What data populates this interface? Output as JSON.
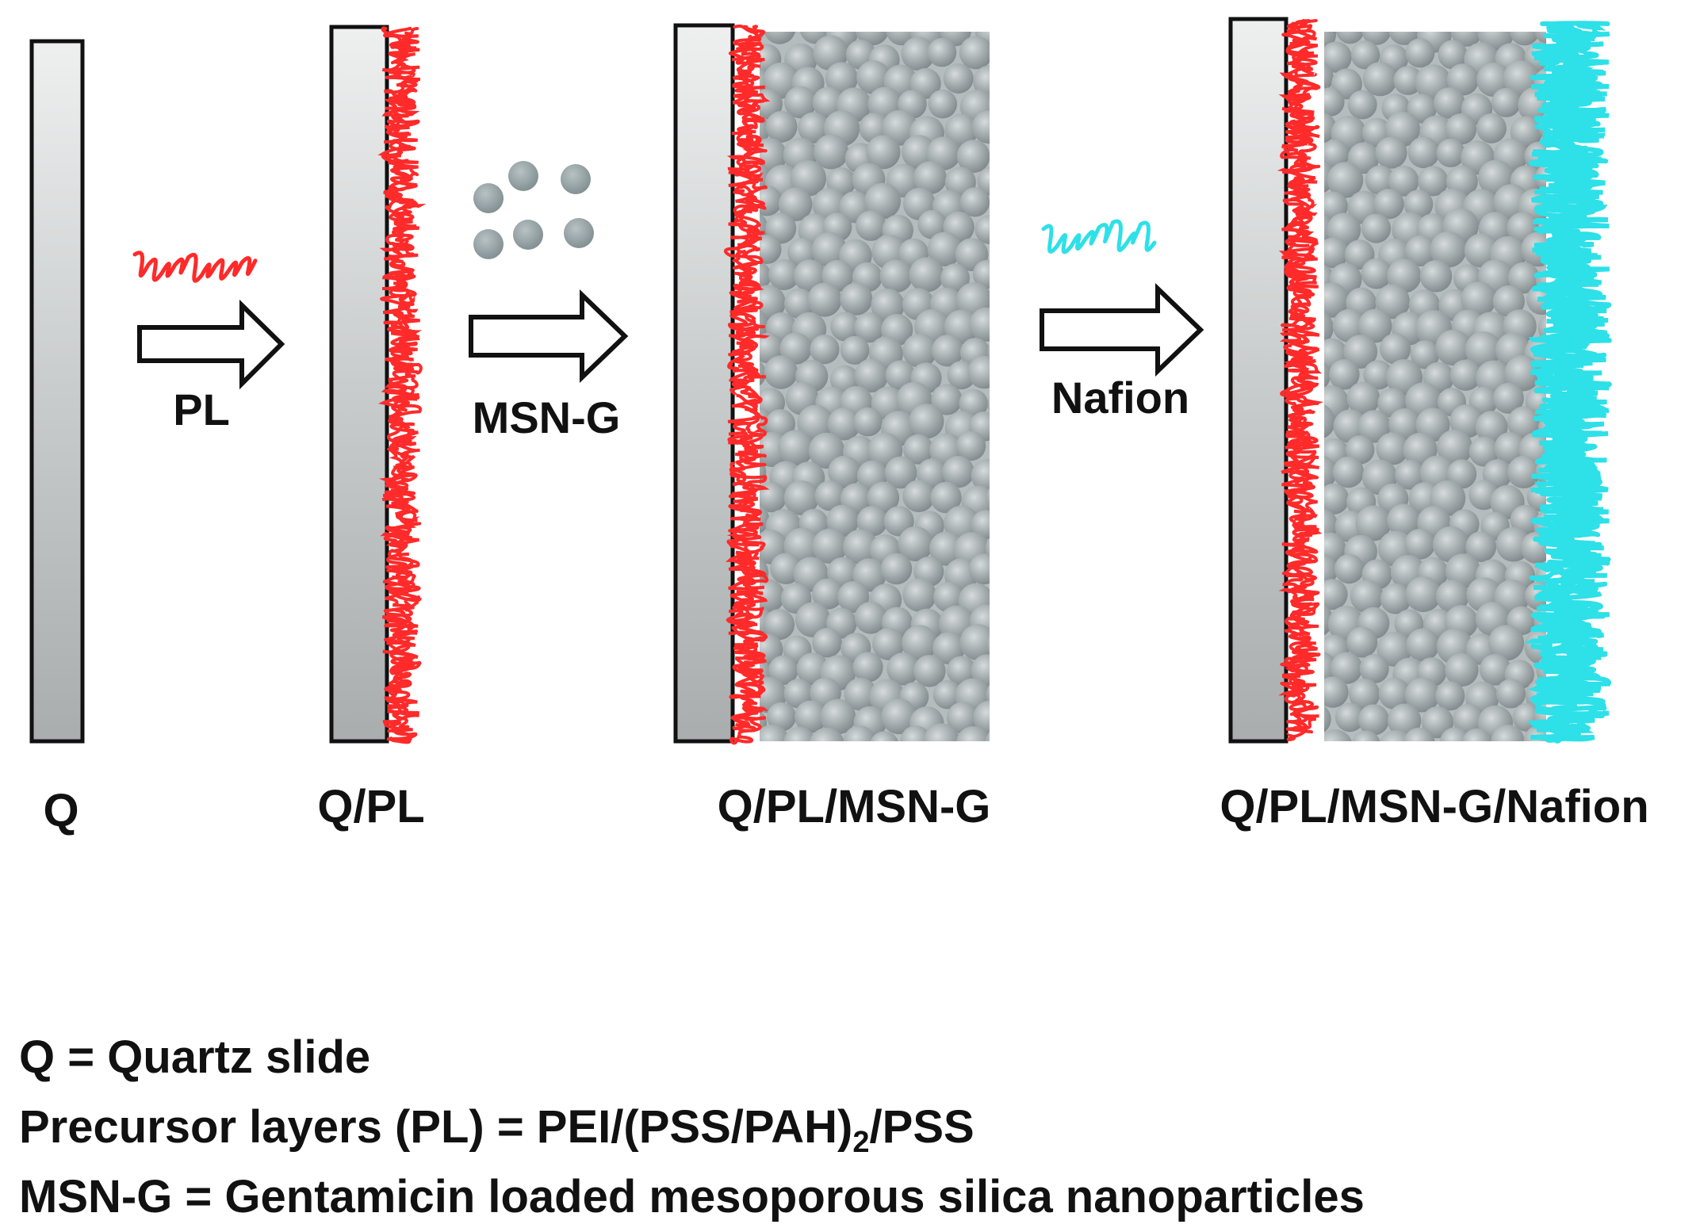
{
  "steps": [
    {
      "id": "q",
      "label": "Q"
    },
    {
      "id": "q-pl",
      "label": "Q/PL"
    },
    {
      "id": "q-pl-msn",
      "label": "Q/PL/MSN-G"
    },
    {
      "id": "q-pl-msn-nafion",
      "label": "Q/PL/MSN-G/Nafion"
    }
  ],
  "arrows": [
    {
      "id": "pl",
      "label": "PL",
      "material_color": "#ff2a2a"
    },
    {
      "id": "msn-g",
      "label": "MSN-G",
      "material_color": "#8fa1a3"
    },
    {
      "id": "nafion",
      "label": "Nafion",
      "material_color": "#2ee0e8"
    }
  ],
  "legend": {
    "q": "Q = Quartz slide",
    "pl_prefix": "Precursor layers (PL) = PEI/(PSS/PAH)",
    "pl_subscript": "2",
    "pl_suffix": "/PSS",
    "msn": "MSN-G = Gentamicin loaded mesoporous silica nanoparticles"
  },
  "colors": {
    "quartz": "#c9cccc",
    "polymer": "#ff2a2a",
    "nanoparticle": "#9ea6a8",
    "nafion": "#2ee0e8"
  }
}
